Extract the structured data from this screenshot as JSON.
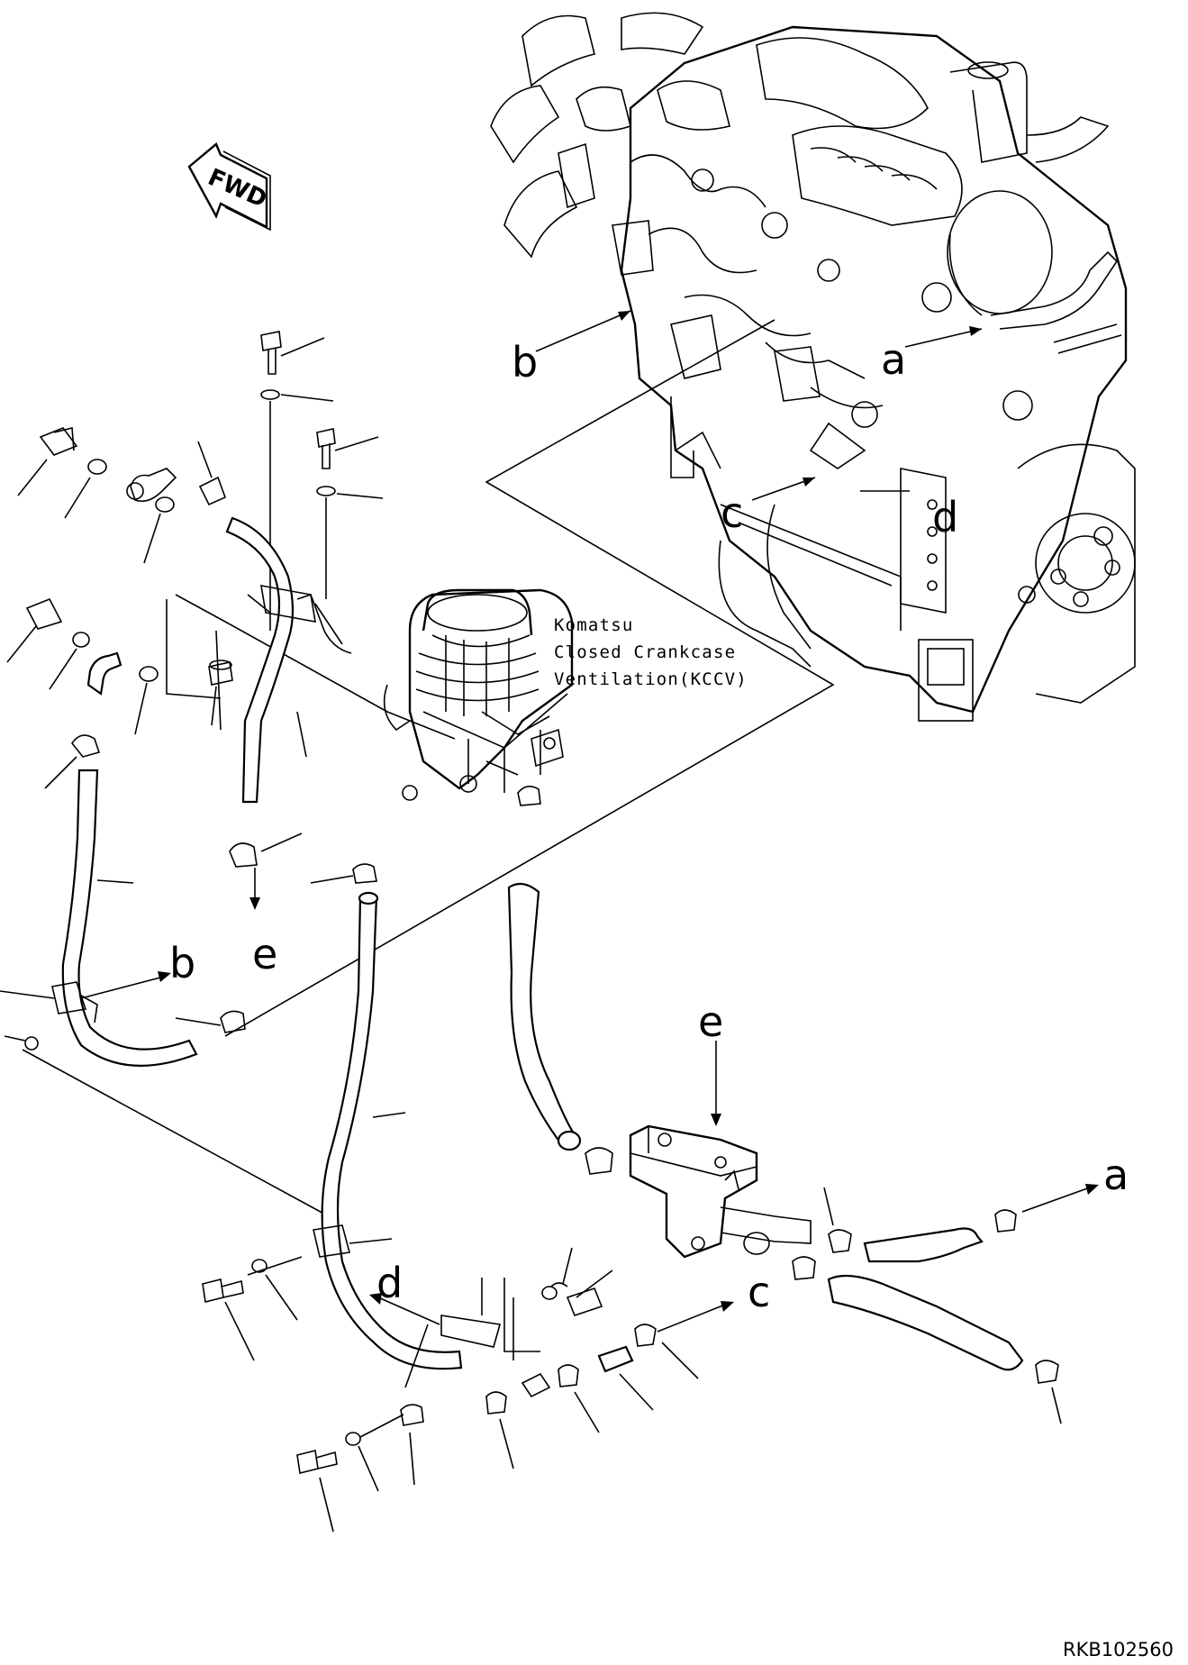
{
  "direction_arrow": {
    "text": "FWD"
  },
  "component_note": {
    "line1": "Komatsu",
    "line2": "Closed Crankcase",
    "line3": "Ventilation(KCCV)"
  },
  "connection_labels": {
    "engine_b": "b",
    "engine_a": "a",
    "engine_c": "c",
    "engine_d": "d",
    "part_e_upper": "e",
    "part_b_lower": "b",
    "part_e_lower": "e",
    "part_a_lower": "a",
    "part_c_lower": "c",
    "part_d_lower": "d"
  },
  "drawing_code": "RKB102560"
}
